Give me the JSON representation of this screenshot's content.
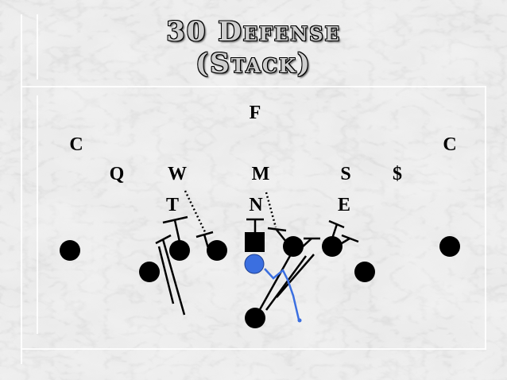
{
  "slide": {
    "title_line1": "30 Defense",
    "title_line2": "(Stack)"
  },
  "labels": {
    "free_safety": "F",
    "left_corner": "C",
    "right_corner": "C",
    "quarter": "Q",
    "will": "W",
    "mike": "M",
    "strong_safety": "S",
    "dollar": "$",
    "tackle": "T",
    "nose": "N",
    "end": "E"
  },
  "colors": {
    "background": "#e6e6e6",
    "player": "#000000",
    "ball_carrier": "#3b6fe0",
    "route": "#3b6fe0"
  }
}
